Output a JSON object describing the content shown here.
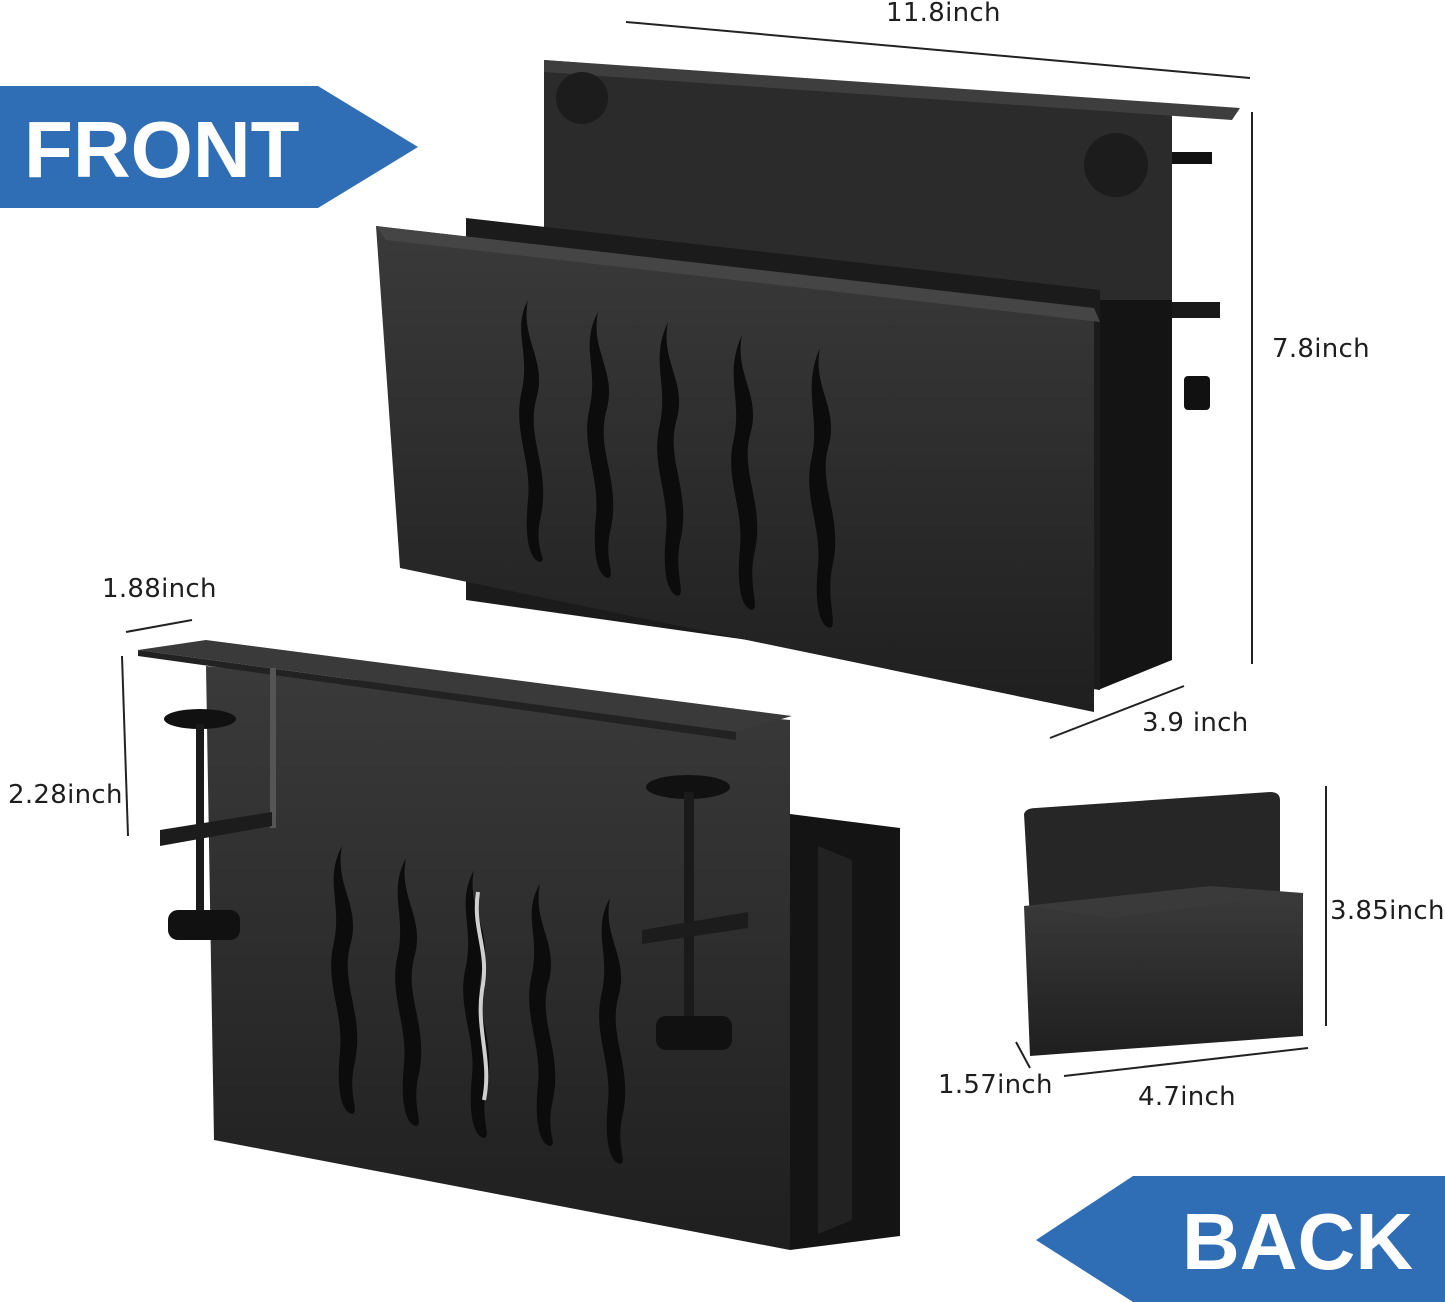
{
  "labels": {
    "front": "FRONT",
    "back": "BACK"
  },
  "dimensions": {
    "width_large": "11.8inch",
    "height_large": "7.8inch",
    "depth_large": "3.9 inch",
    "clamp_top": "1.88inch",
    "clamp_height": "2.28inch",
    "cup_height": "3.85inch",
    "cup_depth": "1.57inch",
    "cup_width": "4.7inch"
  },
  "colors": {
    "badge": "#2f6eb4",
    "metal": "#262626",
    "metal_dark": "#141414"
  }
}
